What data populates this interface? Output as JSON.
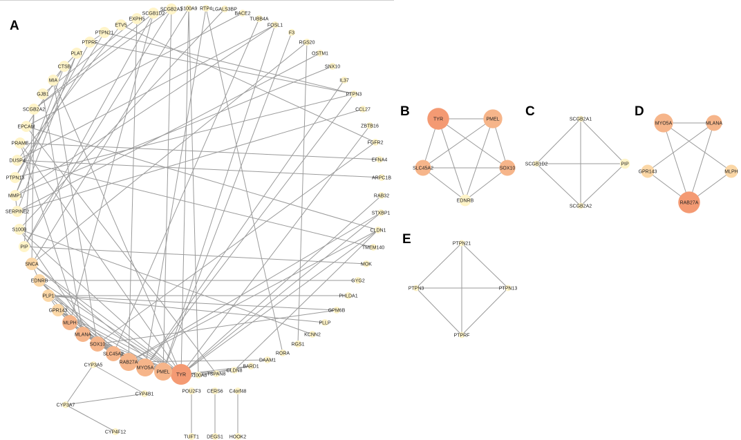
{
  "panels": [
    {
      "letter": "A"
    },
    {
      "letter": "B"
    },
    {
      "letter": "C"
    },
    {
      "letter": "D"
    },
    {
      "letter": "E"
    }
  ],
  "colors": {
    "degree_high": "#F49A73",
    "degree_mid": "#F6B58A",
    "degree_low": "#FBD7A6",
    "degree_min": "#FFF4C8",
    "edge": "#9a9a9a"
  },
  "network_A": {
    "nodes": [
      {
        "id": "S100A9",
        "level": 0
      },
      {
        "id": "RTP4",
        "level": 0
      },
      {
        "id": "LGALS3BP",
        "level": 0
      },
      {
        "id": "BACE2",
        "level": 0
      },
      {
        "id": "TUBB4A",
        "level": 0
      },
      {
        "id": "FOSL1",
        "level": 0
      },
      {
        "id": "F3",
        "level": 0
      },
      {
        "id": "RGS20",
        "level": 0
      },
      {
        "id": "OSTM1",
        "level": 0
      },
      {
        "id": "SNX10",
        "level": 0
      },
      {
        "id": "IL37",
        "level": 0
      },
      {
        "id": "PTPN3",
        "level": 0
      },
      {
        "id": "CCL27",
        "level": 0
      },
      {
        "id": "ZBTB16",
        "level": 0
      },
      {
        "id": "FGFR2",
        "level": 0
      },
      {
        "id": "EFNA4",
        "level": 0
      },
      {
        "id": "ARPC1B",
        "level": 0
      },
      {
        "id": "RAB32",
        "level": 0
      },
      {
        "id": "STXBP1",
        "level": 0
      },
      {
        "id": "CLDN1",
        "level": 0
      },
      {
        "id": "TMEM140",
        "level": 0
      },
      {
        "id": "MOK",
        "level": 0
      },
      {
        "id": "GYG2",
        "level": 0
      },
      {
        "id": "PHLDA1",
        "level": 0
      },
      {
        "id": "GPM6B",
        "level": 0
      },
      {
        "id": "PLLP",
        "level": 0
      },
      {
        "id": "KCNN2",
        "level": 0
      },
      {
        "id": "RGS1",
        "level": 0
      },
      {
        "id": "RORA",
        "level": 0
      },
      {
        "id": "DAAM1",
        "level": 0
      },
      {
        "id": "BARD1",
        "level": 0
      },
      {
        "id": "CLDN8",
        "level": 0
      },
      {
        "id": "TSPAN8",
        "level": 0
      },
      {
        "id": "S100A8",
        "level": 0
      },
      {
        "id": "TYR",
        "level": 5
      },
      {
        "id": "PMEL",
        "level": 4
      },
      {
        "id": "MYO5A",
        "level": 4
      },
      {
        "id": "RAB27A",
        "level": 4
      },
      {
        "id": "SLC45A2",
        "level": 3
      },
      {
        "id": "SOX10",
        "level": 3
      },
      {
        "id": "MLANA",
        "level": 3
      },
      {
        "id": "MLPH",
        "level": 3
      },
      {
        "id": "GPR143",
        "level": 2
      },
      {
        "id": "PLP1",
        "level": 2
      },
      {
        "id": "EDNRB",
        "level": 2
      },
      {
        "id": "SNCA",
        "level": 2
      },
      {
        "id": "PIP",
        "level": 1
      },
      {
        "id": "S100B",
        "level": 1
      },
      {
        "id": "SERPINE2",
        "level": 1
      },
      {
        "id": "MMP1",
        "level": 1
      },
      {
        "id": "PTPN13",
        "level": 1
      },
      {
        "id": "DUSP4",
        "level": 1
      },
      {
        "id": "PRAME",
        "level": 1
      },
      {
        "id": "EPCAM",
        "level": 1
      },
      {
        "id": "SCGB2A2",
        "level": 1
      },
      {
        "id": "GJB1",
        "level": 1
      },
      {
        "id": "MIA",
        "level": 1
      },
      {
        "id": "CTSB",
        "level": 1
      },
      {
        "id": "PLAT",
        "level": 1
      },
      {
        "id": "PTPRF",
        "level": 1
      },
      {
        "id": "PTPN21",
        "level": 1
      },
      {
        "id": "ETV5",
        "level": 1
      },
      {
        "id": "EXPH5",
        "level": 1
      },
      {
        "id": "SCGB1D2",
        "level": 1
      },
      {
        "id": "SCGB2A1",
        "level": 1
      },
      {
        "id": "CYP3A5",
        "level": 0
      },
      {
        "id": "CYP4B1",
        "level": 0
      },
      {
        "id": "CYP3A7",
        "level": 0
      },
      {
        "id": "CYP4F12",
        "level": 0
      },
      {
        "id": "POU2F3",
        "level": 0
      },
      {
        "id": "TUFT1",
        "level": 0
      },
      {
        "id": "CERS6",
        "level": 0
      },
      {
        "id": "DEGS1",
        "level": 0
      },
      {
        "id": "C4orf48",
        "level": 0
      },
      {
        "id": "HOOK2",
        "level": 0
      }
    ],
    "edges": [
      [
        "TYR",
        "PMEL"
      ],
      [
        "TYR",
        "MYO5A"
      ],
      [
        "TYR",
        "RAB27A"
      ],
      [
        "TYR",
        "SLC45A2"
      ],
      [
        "TYR",
        "SOX10"
      ],
      [
        "TYR",
        "MLANA"
      ],
      [
        "TYR",
        "EDNRB"
      ],
      [
        "TYR",
        "GPR143"
      ],
      [
        "TYR",
        "PLP1"
      ],
      [
        "TYR",
        "SNCA"
      ],
      [
        "TYR",
        "S100B"
      ],
      [
        "TYR",
        "PRAME"
      ],
      [
        "TYR",
        "MIA"
      ],
      [
        "TYR",
        "CLDN8"
      ],
      [
        "TYR",
        "TSPAN8"
      ],
      [
        "TYR",
        "BARD1"
      ],
      [
        "TYR",
        "CLDN1"
      ],
      [
        "TYR",
        "STXBP1"
      ],
      [
        "TYR",
        "RAB32"
      ],
      [
        "TYR",
        "S100A9"
      ],
      [
        "TYR",
        "ZBTB16"
      ],
      [
        "PMEL",
        "MLANA"
      ],
      [
        "PMEL",
        "SOX10"
      ],
      [
        "PMEL",
        "SLC45A2"
      ],
      [
        "PMEL",
        "MYO5A"
      ],
      [
        "PMEL",
        "GPR143"
      ],
      [
        "PMEL",
        "SCGB2A1"
      ],
      [
        "PMEL",
        "FOSL1"
      ],
      [
        "PMEL",
        "F3"
      ],
      [
        "PMEL",
        "SNCA"
      ],
      [
        "MYO5A",
        "RAB27A"
      ],
      [
        "MYO5A",
        "MLPH"
      ],
      [
        "MYO5A",
        "MLANA"
      ],
      [
        "MYO5A",
        "GPR143"
      ],
      [
        "MYO5A",
        "RTP4"
      ],
      [
        "MYO5A",
        "IL37"
      ],
      [
        "MYO5A",
        "PTPN3"
      ],
      [
        "RAB27A",
        "MLPH"
      ],
      [
        "RAB27A",
        "MLANA"
      ],
      [
        "RAB27A",
        "GPR143"
      ],
      [
        "RAB27A",
        "STXBP1"
      ],
      [
        "RAB27A",
        "EDNRB"
      ],
      [
        "RAB27A",
        "CLDN1"
      ],
      [
        "RAB27A",
        "DAAM1"
      ],
      [
        "SLC45A2",
        "SOX10"
      ],
      [
        "SLC45A2",
        "EDNRB"
      ],
      [
        "SLC45A2",
        "MLANA"
      ],
      [
        "SLC45A2",
        "TUBB4A"
      ],
      [
        "SOX10",
        "EDNRB"
      ],
      [
        "SOX10",
        "PLP1"
      ],
      [
        "SOX10",
        "S100B"
      ],
      [
        "SOX10",
        "MIA"
      ],
      [
        "SOX10",
        "GPM6B"
      ],
      [
        "SOX10",
        "FGFR2"
      ],
      [
        "MLANA",
        "MLPH"
      ],
      [
        "MLANA",
        "GPR143"
      ],
      [
        "MLANA",
        "PRAME"
      ],
      [
        "MLANA",
        "GJB1"
      ],
      [
        "MLPH",
        "GPR143"
      ],
      [
        "MLPH",
        "SCGB1D2"
      ],
      [
        "GPR143",
        "PLP1"
      ],
      [
        "PLP1",
        "GPM6B"
      ],
      [
        "PLP1",
        "PLLP"
      ],
      [
        "PLP1",
        "PHLDA1"
      ],
      [
        "EDNRB",
        "SNCA"
      ],
      [
        "EDNRB",
        "GYG2"
      ],
      [
        "SNCA",
        "SCGB2A2"
      ],
      [
        "SNCA",
        "S100A9"
      ],
      [
        "SNCA",
        "RGS20"
      ],
      [
        "PIP",
        "SCGB2A2"
      ],
      [
        "PIP",
        "SCGB2A1"
      ],
      [
        "PIP",
        "SCGB1D2"
      ],
      [
        "PIP",
        "MOK"
      ],
      [
        "SCGB2A1",
        "SCGB2A2"
      ],
      [
        "SCGB2A1",
        "SCGB1D2"
      ],
      [
        "SCGB1D2",
        "SCGB2A2"
      ],
      [
        "S100B",
        "KCNN2"
      ],
      [
        "S100B",
        "LGALS3BP"
      ],
      [
        "SERPINE2",
        "PLAT"
      ],
      [
        "SERPINE2",
        "MMP1"
      ],
      [
        "SERPINE2",
        "CCL27"
      ],
      [
        "SERPINE2",
        "OSTM1"
      ],
      [
        "MMP1",
        "PLAT"
      ],
      [
        "MMP1",
        "CTSB"
      ],
      [
        "MMP1",
        "FOSL1"
      ],
      [
        "MMP1",
        "SNX10"
      ],
      [
        "PTPN13",
        "PTPN21"
      ],
      [
        "PTPN13",
        "PTPRF"
      ],
      [
        "PTPN13",
        "PTPN3"
      ],
      [
        "PTPN21",
        "PTPRF"
      ],
      [
        "PTPN21",
        "PTPN3"
      ],
      [
        "PTPRF",
        "PTPN3"
      ],
      [
        "DUSP4",
        "ETV5"
      ],
      [
        "DUSP4",
        "FOSL1"
      ],
      [
        "DUSP4",
        "TMEM140"
      ],
      [
        "DUSP4",
        "ARPC1B"
      ],
      [
        "PRAME",
        "EFNA4"
      ],
      [
        "EPCAM",
        "CLDN1"
      ],
      [
        "EPCAM",
        "CTSB"
      ],
      [
        "EPCAM",
        "BACE2"
      ],
      [
        "GJB1",
        "EXPH5"
      ],
      [
        "MIA",
        "CTSB"
      ],
      [
        "CTSB",
        "PLAT"
      ],
      [
        "ETV5",
        "FGFR2"
      ],
      [
        "EXPH5",
        "RAB27A"
      ],
      [
        "RGS1",
        "RGS20"
      ],
      [
        "RORA",
        "RTP4"
      ],
      [
        "S100A8",
        "S100A9"
      ],
      [
        "CLDN8",
        "CLDN1"
      ],
      [
        "TSPAN8",
        "EPCAM"
      ],
      [
        "BARD1",
        "S100A8"
      ]
    ],
    "isolated_pairs": [
      [
        "CYP3A5",
        "CYP3A7"
      ],
      [
        "CYP3A5",
        "CYP4B1"
      ],
      [
        "CYP3A7",
        "CYP4B1"
      ],
      [
        "CYP3A7",
        "CYP4F12"
      ],
      [
        "POU2F3",
        "TUFT1"
      ],
      [
        "CERS6",
        "DEGS1"
      ],
      [
        "C4orf48",
        "HOOK2"
      ]
    ]
  },
  "network_B": {
    "nodes": [
      {
        "id": "TYR",
        "level": 5
      },
      {
        "id": "PMEL",
        "level": 4
      },
      {
        "id": "SOX10",
        "level": 3
      },
      {
        "id": "EDNRB",
        "level": 1
      },
      {
        "id": "SLC45A2",
        "level": 3
      }
    ],
    "edges": [
      [
        "TYR",
        "PMEL"
      ],
      [
        "TYR",
        "SOX10"
      ],
      [
        "TYR",
        "EDNRB"
      ],
      [
        "TYR",
        "SLC45A2"
      ],
      [
        "PMEL",
        "SOX10"
      ],
      [
        "PMEL",
        "EDNRB"
      ],
      [
        "PMEL",
        "SLC45A2"
      ],
      [
        "SOX10",
        "EDNRB"
      ],
      [
        "SOX10",
        "SLC45A2"
      ],
      [
        "EDNRB",
        "SLC45A2"
      ]
    ]
  },
  "network_C": {
    "nodes": [
      {
        "id": "SCGB2A1",
        "level": 0
      },
      {
        "id": "PIP",
        "level": 1
      },
      {
        "id": "SCGB2A2",
        "level": 0
      },
      {
        "id": "SCGB1D2",
        "level": 0
      }
    ],
    "edges": [
      [
        "SCGB2A1",
        "PIP"
      ],
      [
        "SCGB2A1",
        "SCGB2A2"
      ],
      [
        "SCGB2A1",
        "SCGB1D2"
      ],
      [
        "PIP",
        "SCGB2A2"
      ],
      [
        "PIP",
        "SCGB1D2"
      ],
      [
        "SCGB2A2",
        "SCGB1D2"
      ]
    ]
  },
  "network_D": {
    "nodes": [
      {
        "id": "MYO5A",
        "level": 4
      },
      {
        "id": "MLANA",
        "level": 3
      },
      {
        "id": "MLPH",
        "level": 2
      },
      {
        "id": "RAB27A",
        "level": 5
      },
      {
        "id": "GPR143",
        "level": 2
      }
    ],
    "edges": [
      [
        "MYO5A",
        "MLANA"
      ],
      [
        "MYO5A",
        "RAB27A"
      ],
      [
        "MYO5A",
        "MLPH"
      ],
      [
        "MLANA",
        "RAB27A"
      ],
      [
        "MLANA",
        "GPR143"
      ],
      [
        "MLPH",
        "RAB27A"
      ],
      [
        "GPR143",
        "RAB27A"
      ]
    ]
  },
  "network_E": {
    "nodes": [
      {
        "id": "PTPN21",
        "level": 0
      },
      {
        "id": "PTPN13",
        "level": 0
      },
      {
        "id": "PTPRF",
        "level": 0
      },
      {
        "id": "PTPN3",
        "level": 0
      }
    ],
    "edges": [
      [
        "PTPN21",
        "PTPN13"
      ],
      [
        "PTPN21",
        "PTPRF"
      ],
      [
        "PTPN21",
        "PTPN3"
      ],
      [
        "PTPN13",
        "PTPRF"
      ],
      [
        "PTPN13",
        "PTPN3"
      ],
      [
        "PTPRF",
        "PTPN3"
      ]
    ]
  }
}
